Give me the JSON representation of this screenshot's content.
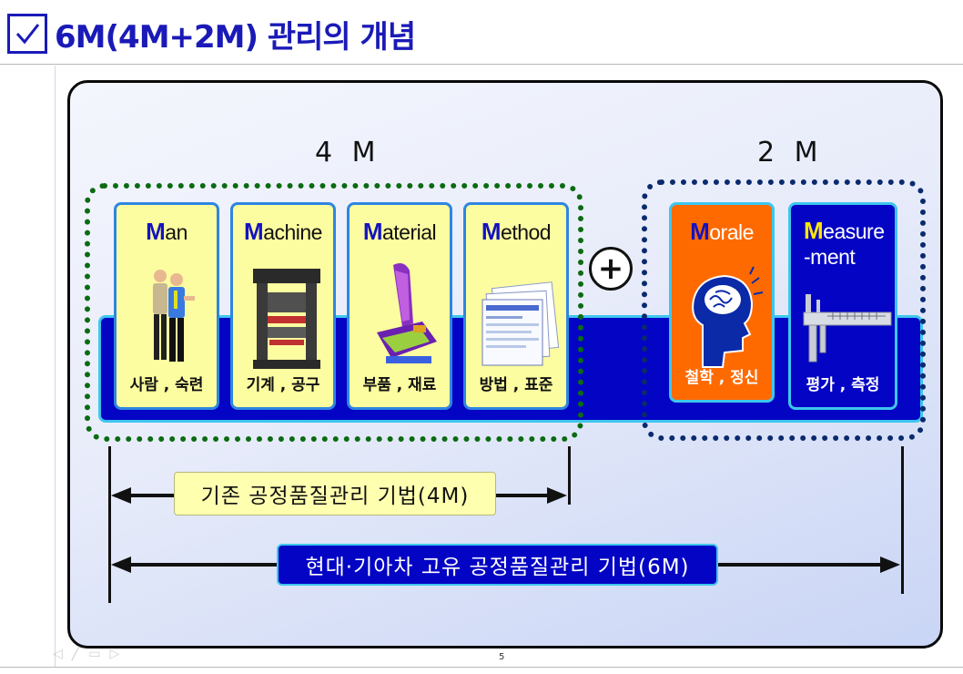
{
  "title": "6M(4M+2M) 관리의 개념",
  "groups": {
    "g4": "4 M",
    "g2": "2 M"
  },
  "cards": [
    {
      "initial": "M",
      "rest": "an",
      "sub": "사람 , 숙련",
      "icon": "people-icon"
    },
    {
      "initial": "M",
      "rest": "achine",
      "sub": "기계 , 공구",
      "icon": "press-machine-icon"
    },
    {
      "initial": "M",
      "rest": "aterial",
      "sub": "부품 , 재료",
      "icon": "car-seat-icon"
    },
    {
      "initial": "M",
      "rest": "ethod",
      "sub": "방법 , 표준",
      "icon": "documents-icon"
    },
    {
      "initial": "M",
      "rest": "orale",
      "sub": "철학 , 정신",
      "icon": "head-brain-icon"
    },
    {
      "initial": "M",
      "rest": "easure",
      "rest2": "-ment",
      "sub": "평가 , 측정",
      "icon": "caliper-icon"
    }
  ],
  "plus_sign": "+",
  "arrows": {
    "existing": "기존 공정품질관리 기법(4M)",
    "unique": "현대·기아차 고유 공정품질관리 기법(6M)"
  },
  "page_mark": "5",
  "colors": {
    "title_blue": "#1a1ab8",
    "band_blue": "#0404c4",
    "card_yellow": "#fcfca0",
    "card_orange": "#ff6a00",
    "dotted_green": "#0b6b12",
    "dotted_navy": "#0a2a6e",
    "accent_cyan": "#3ec6ee"
  }
}
